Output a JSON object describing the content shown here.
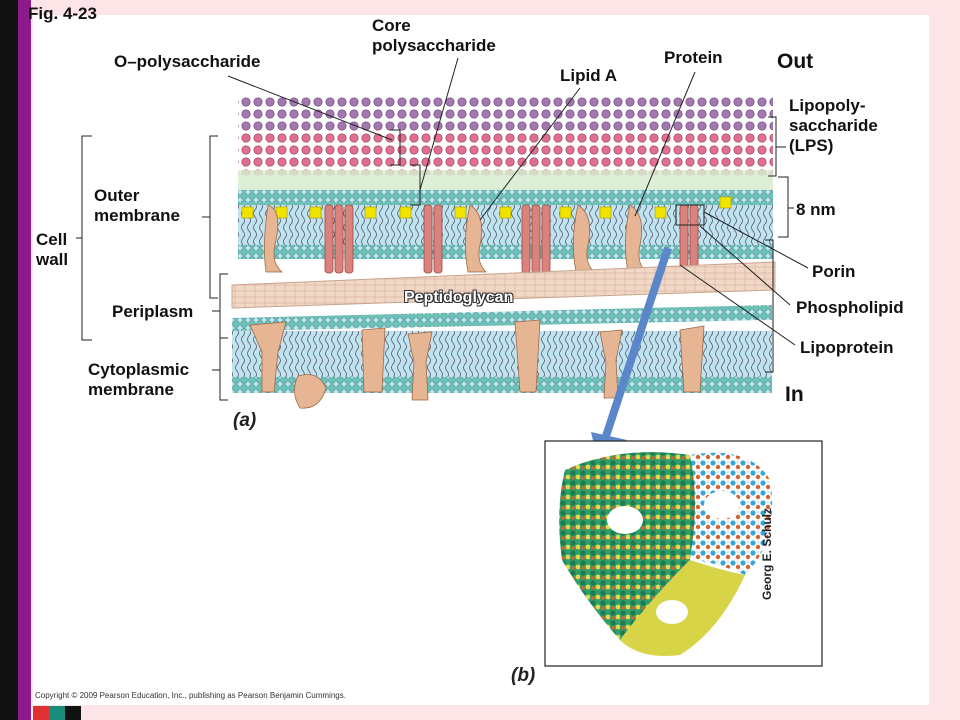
{
  "figure_label": "Fig. 4-23",
  "labels": {
    "core_polysaccharide": "Core\npolysaccharide",
    "o_polysaccharide": "O–polysaccharide",
    "protein": "Protein",
    "lipid_a": "Lipid A",
    "out": "Out",
    "in": "In",
    "lps": "Lipopoly-\nsaccharide\n(LPS)",
    "thickness": "8 nm",
    "outer_membrane": "Outer\nmembrane",
    "cell_wall": "Cell\nwall",
    "periplasm": "Periplasm",
    "cytoplasmic_membrane": "Cytoplasmic\nmembrane",
    "peptidoglycan": "Peptidoglycan",
    "porin": "Porin",
    "phospholipid": "Phospholipid",
    "lipoprotein": "Lipoprotein",
    "panel_a": "(a)",
    "panel_b": "(b)"
  },
  "credit": "Georg E. Schulz",
  "copyright": "Copyright © 2009 Pearson Education, Inc., publishing as Pearson Benjamin Cummings.",
  "colors": {
    "background": "#fde4e7",
    "stripe_black": "#111111",
    "stripe_purple": "#8c1a8c",
    "membrane_blue": "#bfe3f0",
    "head_teal": "#6cc3b8",
    "protein_tan": "#e6b593",
    "porin_red": "#d9837c",
    "lps_pink": "#e07090",
    "lps_purple": "#a377b0",
    "arrow_blue": "#5b86c9",
    "peptidoglycan": "#f1d7c6"
  }
}
